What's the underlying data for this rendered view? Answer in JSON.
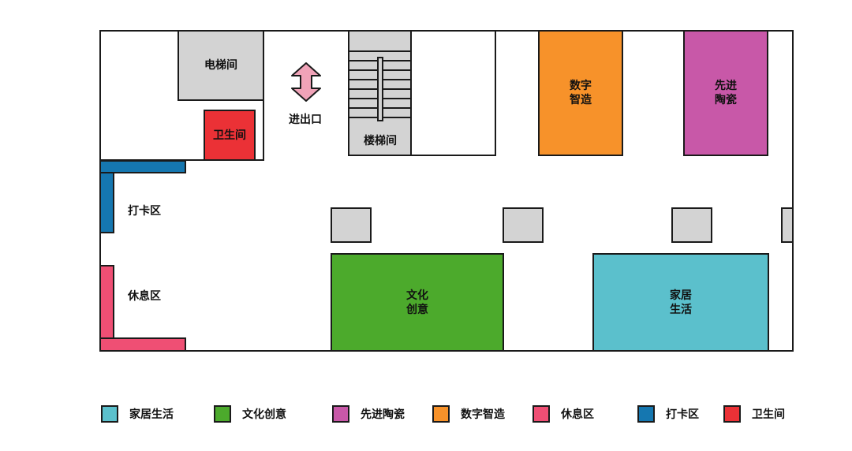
{
  "colors": {
    "home_living": "#5bc0cc",
    "cultural_creative": "#4caa2c",
    "advanced_ceramics": "#c858a8",
    "digital_manufacturing": "#f7922a",
    "rest_area": "#ef4f74",
    "checkin_area": "#1577b0",
    "restroom": "#eb3136",
    "service_gray": "#d3d3d3",
    "entrance_arrow": "#f0a3b8"
  },
  "rooms": {
    "elevator": "电梯间",
    "restroom": "卫生间",
    "entrance": "进出口",
    "stairs": "楼梯间",
    "digital_manufacturing": "数字\n智造",
    "advanced_ceramics": "先进\n陶瓷",
    "checkin_area": "打卡区",
    "rest_area": "休息区",
    "cultural_creative": "文化\n创意",
    "home_living": "家居\n生活"
  },
  "icons": {
    "entrance_arrow": "double-vertical-arrow",
    "stairs": "staircase-steps"
  },
  "legend": [
    {
      "label": "家居生活",
      "color": "#5bc0cc"
    },
    {
      "label": "文化创意",
      "color": "#4caa2c"
    },
    {
      "label": "先进陶瓷",
      "color": "#c858a8"
    },
    {
      "label": "数字智造",
      "color": "#f7922a"
    },
    {
      "label": "休息区",
      "color": "#ef4f74"
    },
    {
      "label": "打卡区",
      "color": "#1577b0"
    },
    {
      "label": "卫生间",
      "color": "#eb3136"
    }
  ]
}
